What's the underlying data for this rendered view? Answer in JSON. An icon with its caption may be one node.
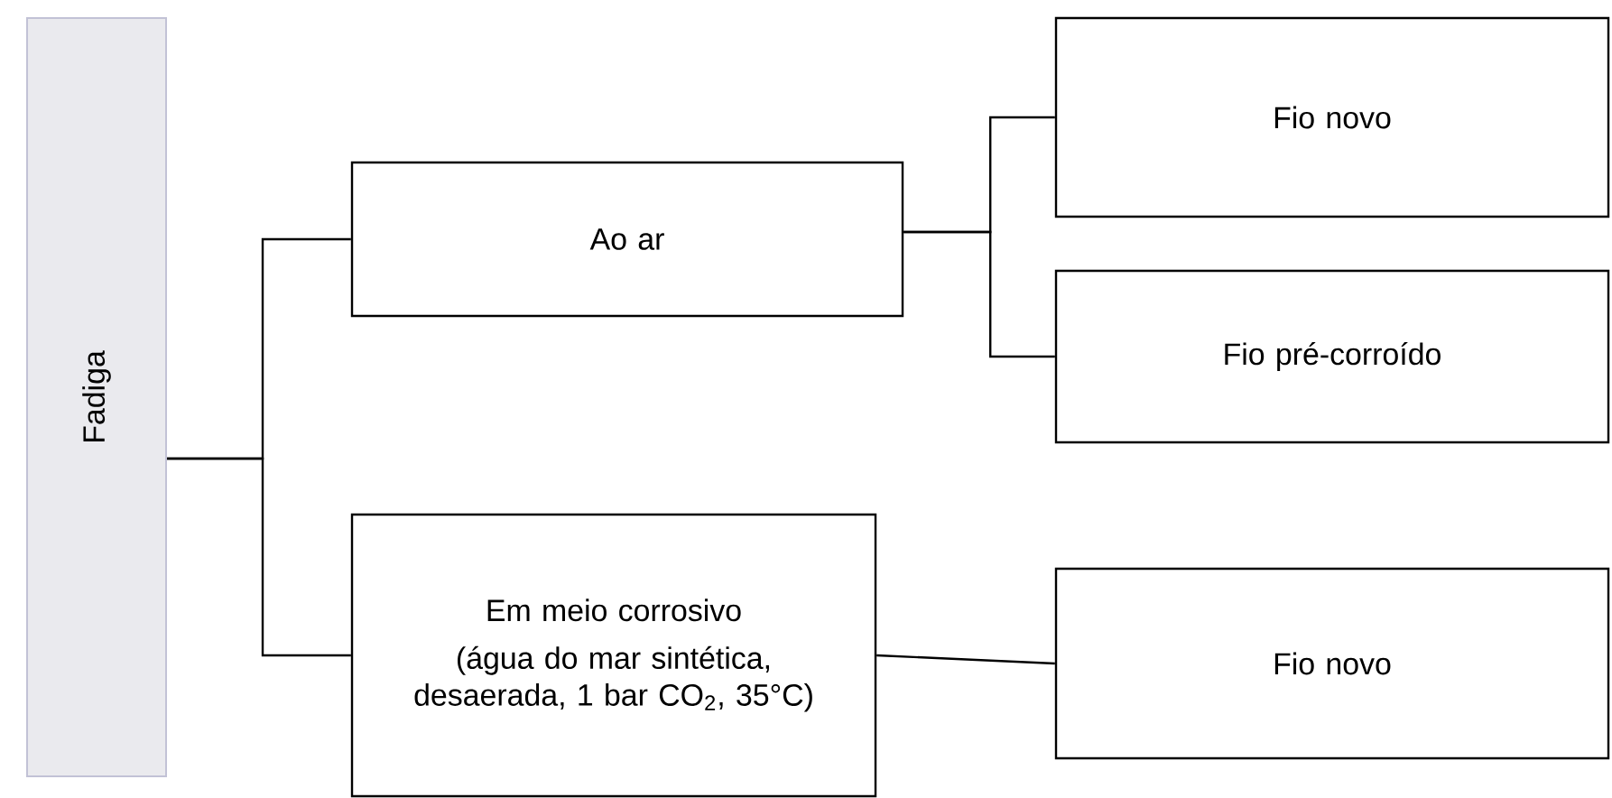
{
  "diagram": {
    "nodes": [
      {
        "text": [
          "Fadiga"
        ]
      },
      {
        "text": [
          "Ao ar"
        ]
      },
      {
        "text": [
          "Fio novo"
        ]
      },
      {
        "text": [
          "Fio pré-corroído"
        ]
      },
      {
        "text": [
          "Em meio corrosivo",
          "(água do mar sintética, desaerada, 1 bar CO$_{2}$, 35°C)"
        ]
      },
      {
        "text": [
          "Fio novo"
        ]
      }
    ],
    "edges": [
      {
        "from": 0,
        "to": 1,
        "arrow": "none"
      },
      {
        "from": 0,
        "to": 4,
        "arrow": "none"
      },
      {
        "from": 1,
        "to": 2,
        "arrow": "none"
      },
      {
        "from": 1,
        "to": 3,
        "arrow": "none"
      },
      {
        "from": 4,
        "to": 5,
        "arrow": "none"
      }
    ]
  }
}
